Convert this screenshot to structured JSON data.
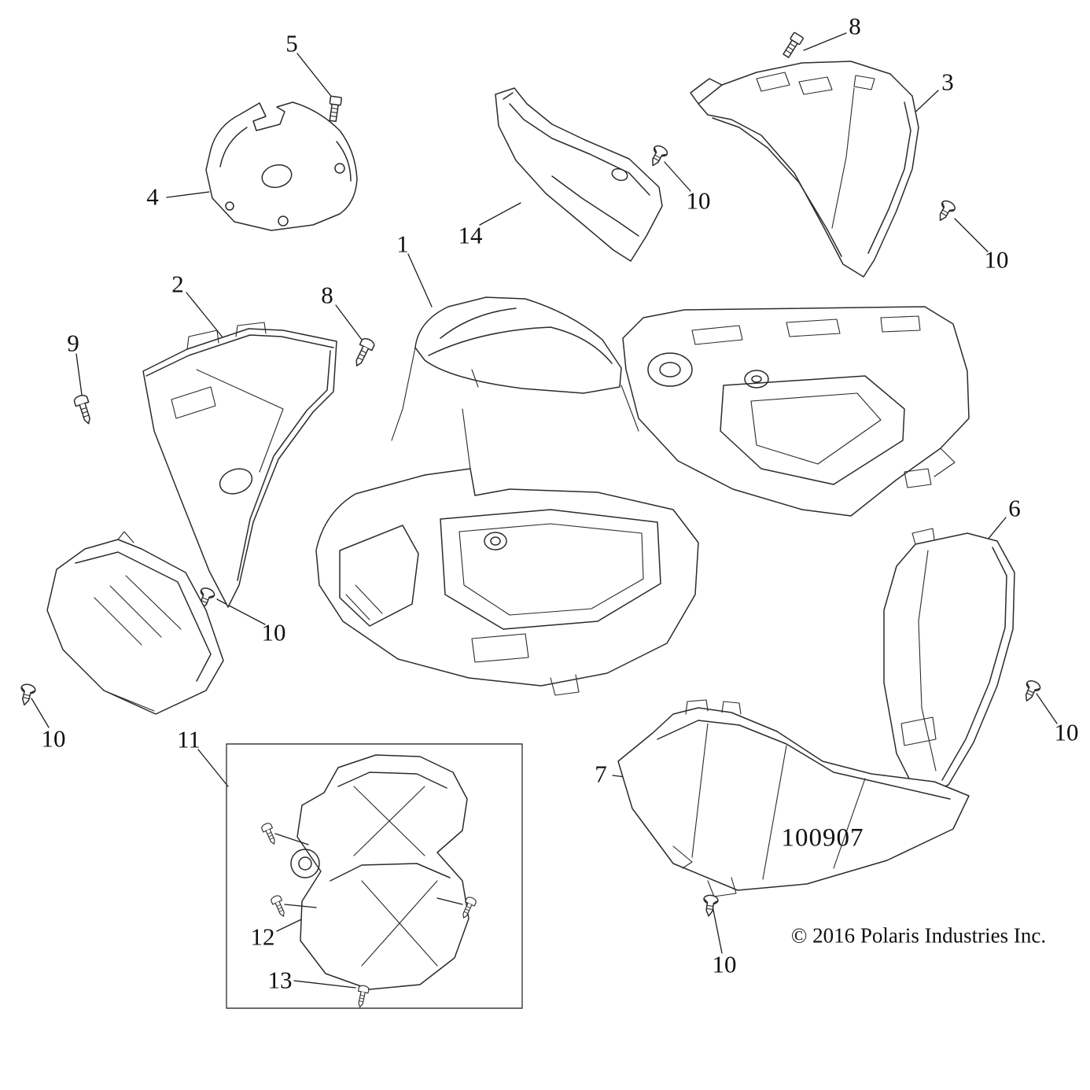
{
  "diagram": {
    "drawing_number": "100907",
    "copyright": "© 2016 Polaris Industries Inc.",
    "callouts": [
      {
        "label": "5"
      },
      {
        "label": "8"
      },
      {
        "label": "3"
      },
      {
        "label": "4"
      },
      {
        "label": "14"
      },
      {
        "label": "10"
      },
      {
        "label": "10"
      },
      {
        "label": "1"
      },
      {
        "label": "2"
      },
      {
        "label": "8"
      },
      {
        "label": "9"
      },
      {
        "label": "6"
      },
      {
        "label": "10"
      },
      {
        "label": "10"
      },
      {
        "label": "11"
      },
      {
        "label": "7"
      },
      {
        "label": "10"
      },
      {
        "label": "12"
      },
      {
        "label": "10"
      },
      {
        "label": "13"
      }
    ]
  }
}
